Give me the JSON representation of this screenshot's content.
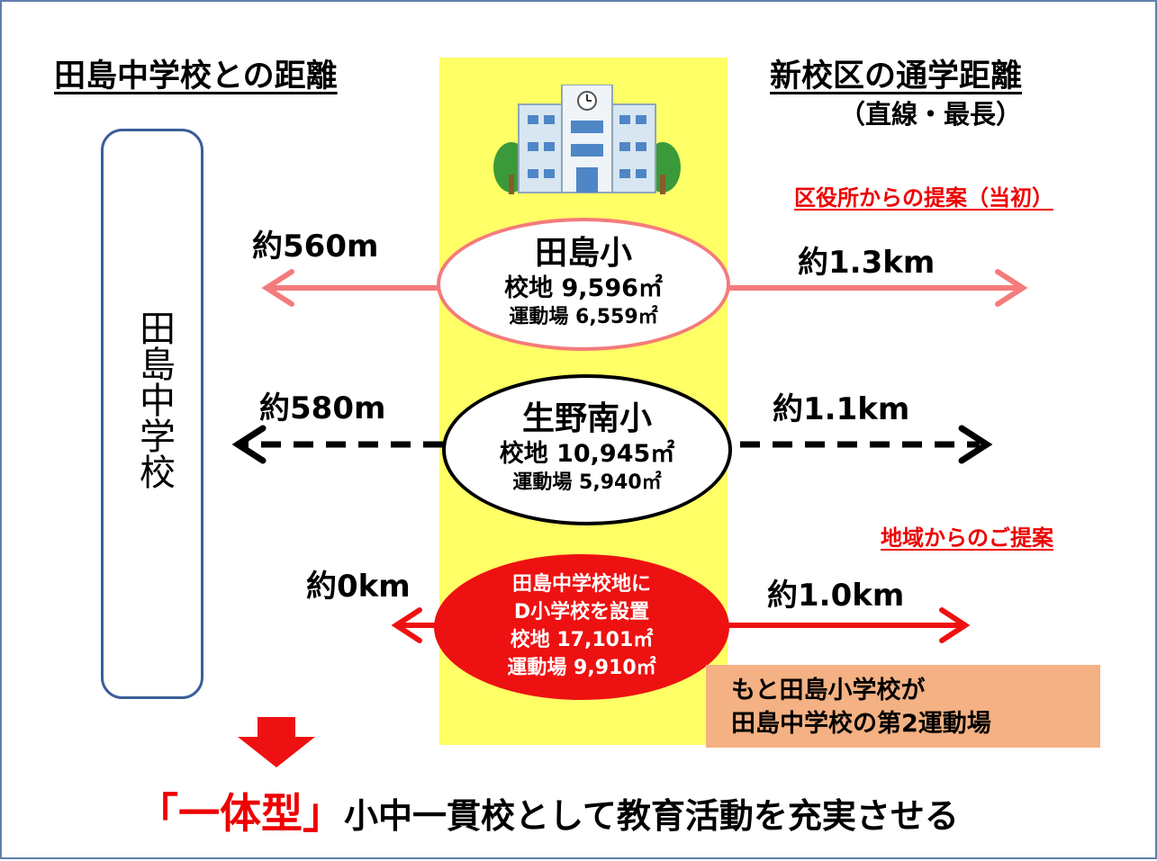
{
  "headings": {
    "left": "田島中学校との距離",
    "right": "新校区の通学距離",
    "right_sub": "（直線・最長）"
  },
  "junior_high": {
    "label": "田島中学校"
  },
  "notes": {
    "ward_proposal": "区役所からの提案（当初）",
    "community_proposal": "地域からのご提案"
  },
  "schools": [
    {
      "name": "田島小",
      "site": "校地 9,596㎡",
      "field": "運動場 6,559㎡",
      "distance_left": "約560m",
      "distance_right": "約1.3km",
      "color": "#f47b7b"
    },
    {
      "name": "生野南小",
      "site": "校地 10,945㎡",
      "field": "運動場 5,940㎡",
      "distance_left": "約580m",
      "distance_right": "約1.1km",
      "color": "#000000"
    },
    {
      "lines": [
        "田島中学校地に",
        "D小学校を設置",
        "校地 17,101㎡",
        "運動場 9,910㎡"
      ],
      "distance_left": "約0km",
      "distance_right": "約1.0km",
      "color": "#ee1111"
    }
  ],
  "former_school_note": [
    "もと田島小学校が",
    "田島中学校の第2運動場"
  ],
  "conclusion": {
    "emphasis": "「一体型」",
    "text": "小中一貫校として教育活動を充実させる"
  },
  "colors": {
    "band": "#ffff66",
    "border_blue": "#3a5e98",
    "accent_red": "#ee0000",
    "note_orange": "#f4b183",
    "pink_arrow": "#f47b7b"
  },
  "icons": [
    "school-building-icon",
    "down-arrow-icon"
  ]
}
